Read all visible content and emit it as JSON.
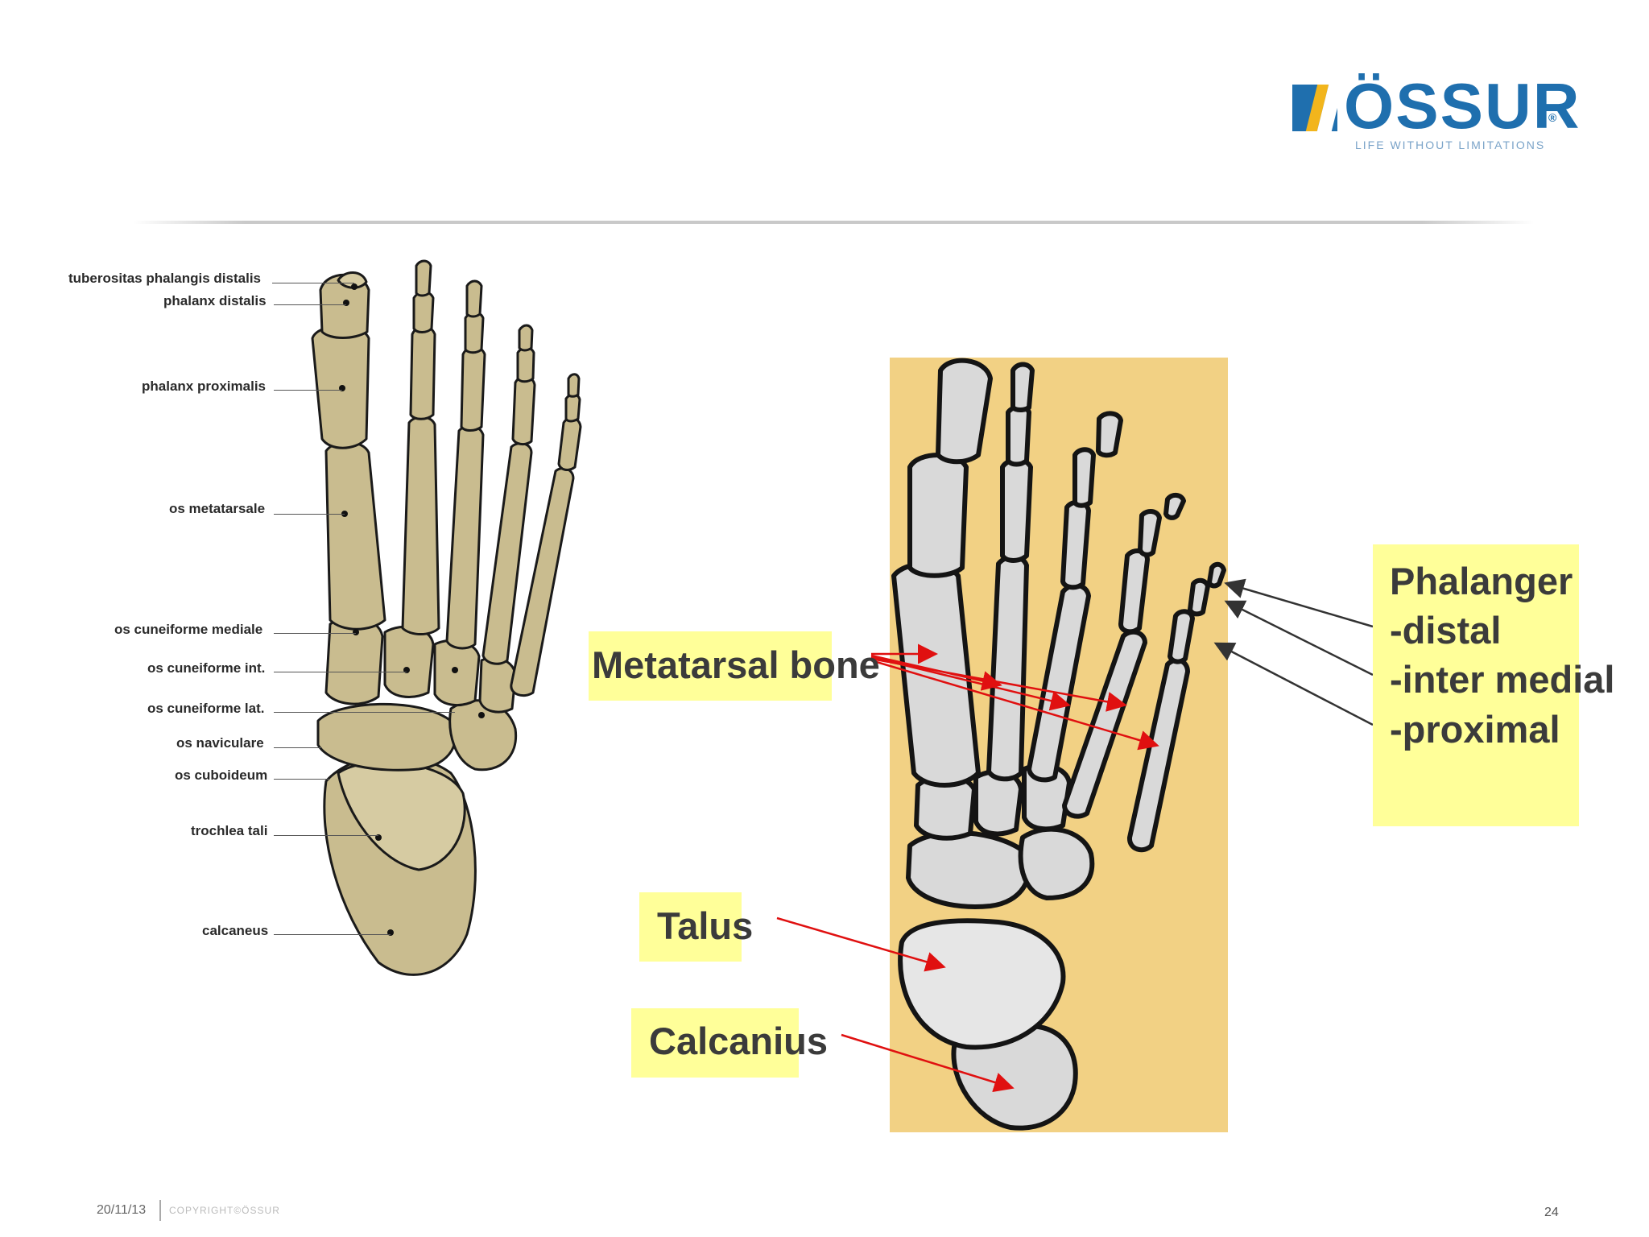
{
  "header": {
    "logo_text": "ÖSSUR",
    "logo_reg": "®",
    "logo_tagline": "LIFE WITHOUT LIMITATIONS",
    "brand_blue": "#1f6fae",
    "brand_yellow": "#f2b51c"
  },
  "left_diagram": {
    "labels": [
      "tuberositas phalangis distalis",
      "phalanx distalis",
      "phalanx proximalis",
      "os metatarsale",
      "os cuneiforme mediale",
      "os cuneiforme int.",
      "os cuneiforme lat.",
      "os naviculare",
      "os cuboideum",
      "trochlea tali",
      "calcaneus"
    ],
    "bone_color": "#c9bc8f"
  },
  "right_diagram": {
    "panel_color": "#f2d184",
    "bone_color": "#d9d9d9",
    "callouts": {
      "metatarsal": "Metatarsal bone",
      "talus": "Talus",
      "calcanius": "Calcanius",
      "phalanger": [
        "Phalanger",
        "-distal",
        "-inter medial",
        "-proximal"
      ]
    },
    "callout_bg": "#ffff99",
    "arrow_color": "#e01010"
  },
  "footer": {
    "date": "20/11/13",
    "copyright": "COPYRIGHT©ÖSSUR",
    "page_number": "24"
  }
}
